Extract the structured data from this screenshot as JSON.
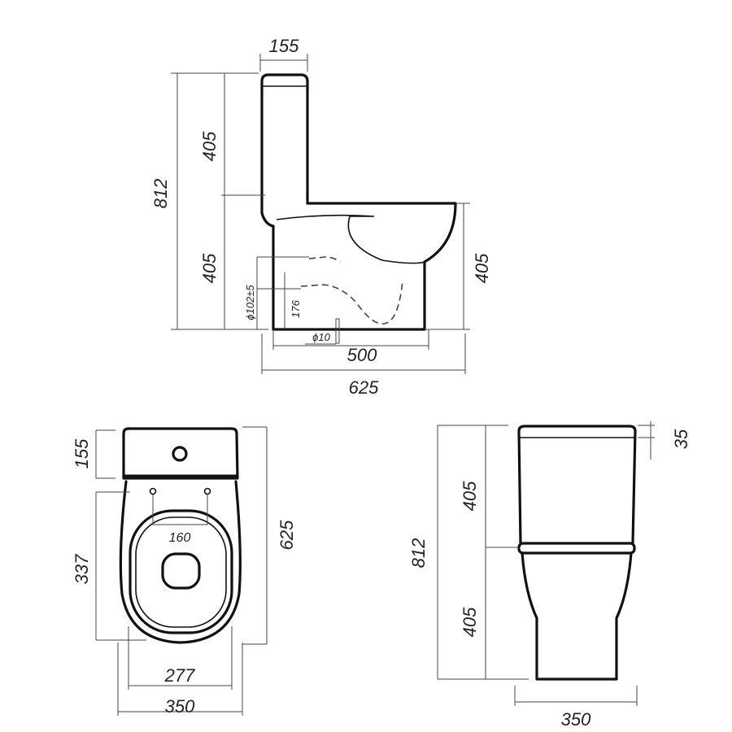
{
  "side_view": {
    "tank_width": "155",
    "total_height": "812",
    "tank_height": "405",
    "bowl_height_left": "405",
    "bowl_height_right": "405",
    "outlet_diameter": "ϕ102±5",
    "outlet_height": "176",
    "fixing_diameter": "ϕ10",
    "base_depth": "500",
    "total_depth": "625"
  },
  "top_view": {
    "tank_depth": "155",
    "total_depth": "625",
    "seat_depth": "337",
    "hinge_spacing": "160",
    "bowl_inner_width": "277",
    "total_width": "350"
  },
  "front_view": {
    "total_height": "812",
    "tank_height": "405",
    "bowl_height": "405",
    "lid_thickness": "35",
    "total_width": "350"
  }
}
